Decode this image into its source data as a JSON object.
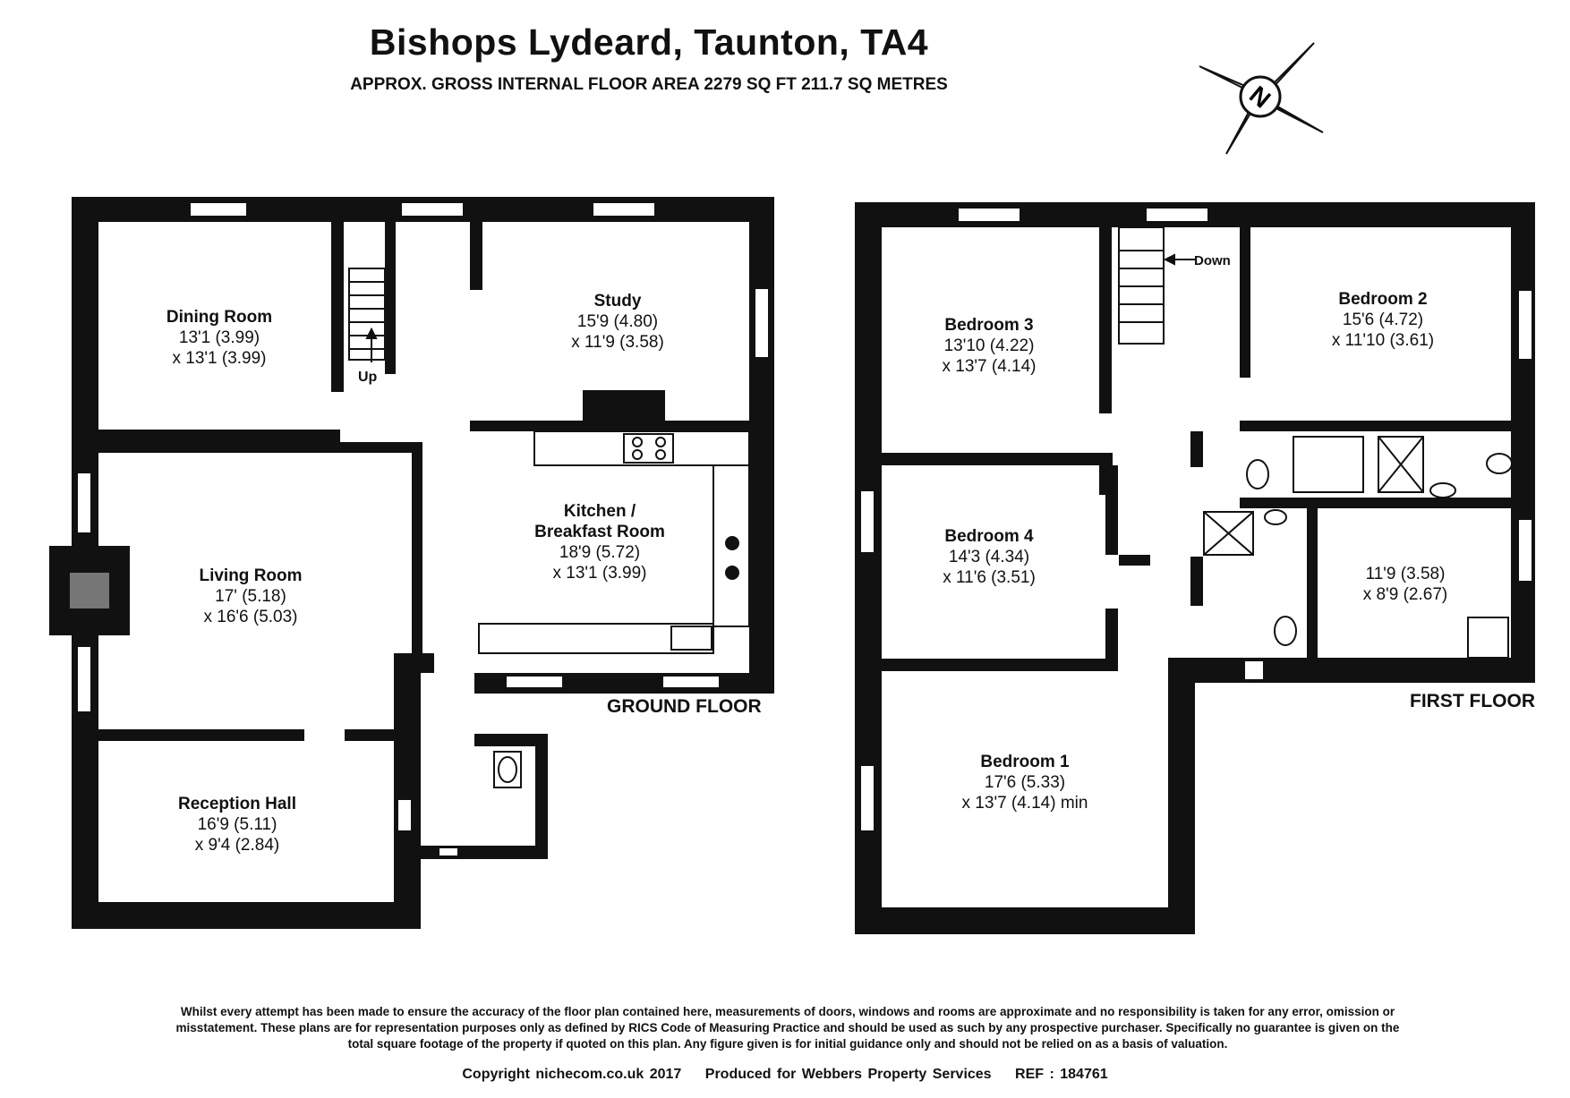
{
  "header": {
    "title": "Bishops Lydeard, Taunton, TA4",
    "subtitle": "APPROX. GROSS INTERNAL FLOOR AREA 2279 SQ FT 211.7 SQ METRES",
    "compass_letter": "N"
  },
  "ground_floor": {
    "label": "GROUND FLOOR",
    "stairs_label": "Up",
    "rooms": [
      {
        "name": "Dining Room",
        "dim1": "13'1 (3.99)",
        "dim2": "x 13'1 (3.99)"
      },
      {
        "name": "Study",
        "dim1": "15'9 (4.80)",
        "dim2": "x 11'9 (3.58)"
      },
      {
        "name": "Kitchen /",
        "name2": "Breakfast Room",
        "dim1": "18'9 (5.72)",
        "dim2": "x 13'1 (3.99)"
      },
      {
        "name": "Living Room",
        "dim1": "17' (5.18)",
        "dim2": "x 16'6 (5.03)"
      },
      {
        "name": "Reception Hall",
        "dim1": "16'9 (5.11)",
        "dim2": "x 9'4 (2.84)"
      }
    ]
  },
  "first_floor": {
    "label": "FIRST FLOOR",
    "stairs_label": "Down",
    "rooms": [
      {
        "name": "Bedroom 3",
        "dim1": "13'10 (4.22)",
        "dim2": "x 13'7 (4.14)"
      },
      {
        "name": "Bedroom 2",
        "dim1": "15'6 (4.72)",
        "dim2": "x 11'10 (3.61)"
      },
      {
        "name": "Bedroom 4",
        "dim1": "14'3 (4.34)",
        "dim2": "x 11'6 (3.51)"
      },
      {
        "name": "",
        "dim1": "11'9 (3.58)",
        "dim2": "x 8'9 (2.67)"
      },
      {
        "name": "Bedroom 1",
        "dim1": "17'6 (5.33)",
        "dim2": "x 13'7 (4.14) min"
      }
    ]
  },
  "disclaimer": "Whilst every attempt has been made to ensure the accuracy of the floor plan contained here, measurements of doors, windows and rooms are approximate and no responsibility is taken for any error, omission or misstatement. These plans are for representation purposes only as defined by RICS Code of Measuring Practice and should be used as such by any prospective purchaser. Specifically no guarantee is given on the total square footage of the property if quoted on this plan. Any figure given is for initial guidance only and should not be relied on as a basis of valuation.",
  "footer": {
    "copyright": "Copyright nichecom.co.uk 2017",
    "produced_for": "Produced for Webbers Property Services",
    "ref": "REF : 184761"
  }
}
